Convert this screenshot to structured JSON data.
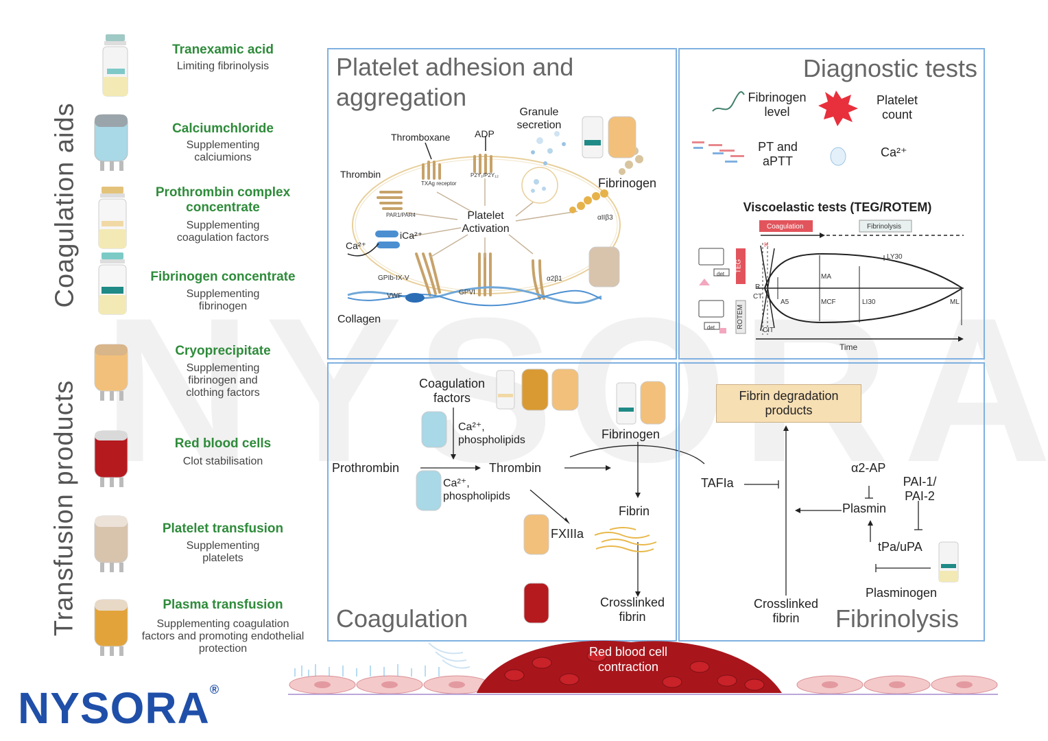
{
  "sidebar": {
    "group1_title": "Coagulation aids",
    "group2_title": "Transfusion products",
    "items": [
      {
        "name": "Tranexamic acid",
        "desc": "Limiting fibrinolysis"
      },
      {
        "name": "Calciumchloride",
        "desc": "Supplementing calciumions"
      },
      {
        "name": "Prothrombin complex concentrate",
        "desc": "Supplementing coagulation factors"
      },
      {
        "name": "Fibrinogen concentrate",
        "desc": "Supplementing fibrinogen"
      },
      {
        "name": "Cryoprecipitate",
        "desc": "Supplementing fibrinogen and clothing factors"
      },
      {
        "name": "Red blood cells",
        "desc": "Clot stabilisation"
      },
      {
        "name": "Platelet transfusion",
        "desc": "Supplementing platelets"
      },
      {
        "name": "Plasma transfusion",
        "desc": "Supplementing coagulation factors and promoting endothelial protection"
      }
    ]
  },
  "watermark": "NYSORA",
  "logo": "NYSORA",
  "logo_mark": "®",
  "platelet_panel": {
    "title": "Platelet adhesion and aggregation",
    "labels": {
      "granule": "Granule secretion",
      "thromboxane": "Thromboxane",
      "adp": "ADP",
      "thrombin": "Thrombin",
      "txag": "TXAg receptor",
      "p2y": "P2Y₁/P2Y₁₂",
      "par": "PAR1/PAR4",
      "fibrinogen": "Fibrinogen",
      "activation": "Platelet Activation",
      "ica": "iCa²⁺",
      "ca": "Ca²⁺",
      "aiib3": "αIIβ3",
      "gpib": "GPIb-IX-V",
      "vwf": "VWF",
      "gpvi": "GPVI",
      "a2b1": "α2β1",
      "collagen": "Collagen"
    }
  },
  "diagnostic_panel": {
    "title": "Diagnostic tests",
    "fibrinogen_level": "Fibrinogen level",
    "platelet_count": "Platelet count",
    "pt_aptt": "PT and aPTT",
    "ca": "Ca²⁺",
    "viscoelastic_title": "Viscoelastic tests (TEG/ROTEM)",
    "phase_coag": "Coagulation",
    "phase_fibrino": "Fibrinolysis",
    "device_teg": "TEG",
    "device_rotem": "ROTEM",
    "det": "det",
    "markers": {
      "k": "K",
      "r": "R",
      "ct": "CT",
      "cit": "CIT",
      "a5": "A5",
      "ma": "MA",
      "mcf": "MCF",
      "li30": "LI30",
      "ly30": "LY30",
      "ml": "ML"
    },
    "time": "Time"
  },
  "coagulation_panel": {
    "title": "Coagulation",
    "coag_factors": "Coagulation factors",
    "ca_phos_1": "Ca²⁺, phospholipids",
    "prothrombin": "Prothrombin",
    "thrombin": "Thrombin",
    "fibrinogen": "Fibrinogen",
    "ca_phos_2": "Ca²⁺, phospholipids",
    "fxiiia": "FXIIIa",
    "fibrin": "Fibrin",
    "crosslinked": "Crosslinked fibrin"
  },
  "fibrinolysis_panel": {
    "title": "Fibrinolysis",
    "fdp": "Fibrin degradation products",
    "tafia": "TAFIa",
    "a2ap": "α2-AP",
    "pai": "PAI-1/ PAI-2",
    "plasmin": "Plasmin",
    "tpa": "tPa/uPA",
    "plasminogen": "Plasminogen",
    "crosslinked": "Crosslinked fibrin"
  },
  "rbc_contraction": "Red blood cell contraction",
  "colors": {
    "panel_border": "#7fb0e0",
    "green": "#2e8b3a",
    "logo": "#1f4fa8",
    "blood": "#b51a1f",
    "plasma": "#e7a93a",
    "calcium": "#a9d8e6",
    "platelet": "#d8c3ad"
  }
}
